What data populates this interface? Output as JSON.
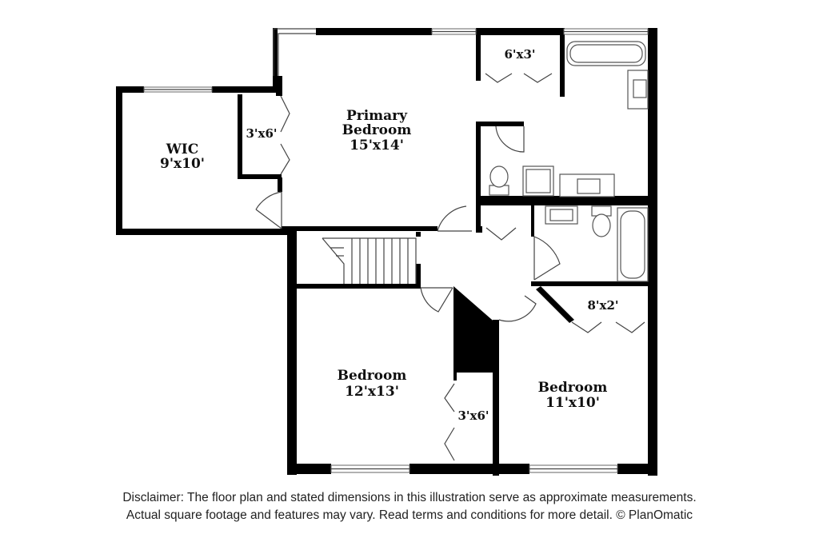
{
  "rooms": {
    "primary_bedroom": {
      "name_line1": "Primary",
      "name_line2": "Bedroom",
      "size": "15'x14'"
    },
    "wic": {
      "name": "WIC",
      "size": "9'x10'"
    },
    "closet_primary_small": {
      "size": "3'x6'"
    },
    "closet_primary_top": {
      "size": "6'x3'"
    },
    "bedroom_left": {
      "name": "Bedroom",
      "size": "12'x13'"
    },
    "bedroom_right": {
      "name": "Bedroom",
      "size": "11'x10'"
    },
    "closet_bedroom_left": {
      "size": "3'x6'"
    },
    "closet_bedroom_right": {
      "size": "8'x2'"
    }
  },
  "disclaimer": {
    "line1": "Disclaimer: The floor plan and stated dimensions in this illustration serve as approximate measurements.",
    "line2": "Actual square footage and features may vary. Read terms and conditions for more detail. © PlanOmatic"
  }
}
